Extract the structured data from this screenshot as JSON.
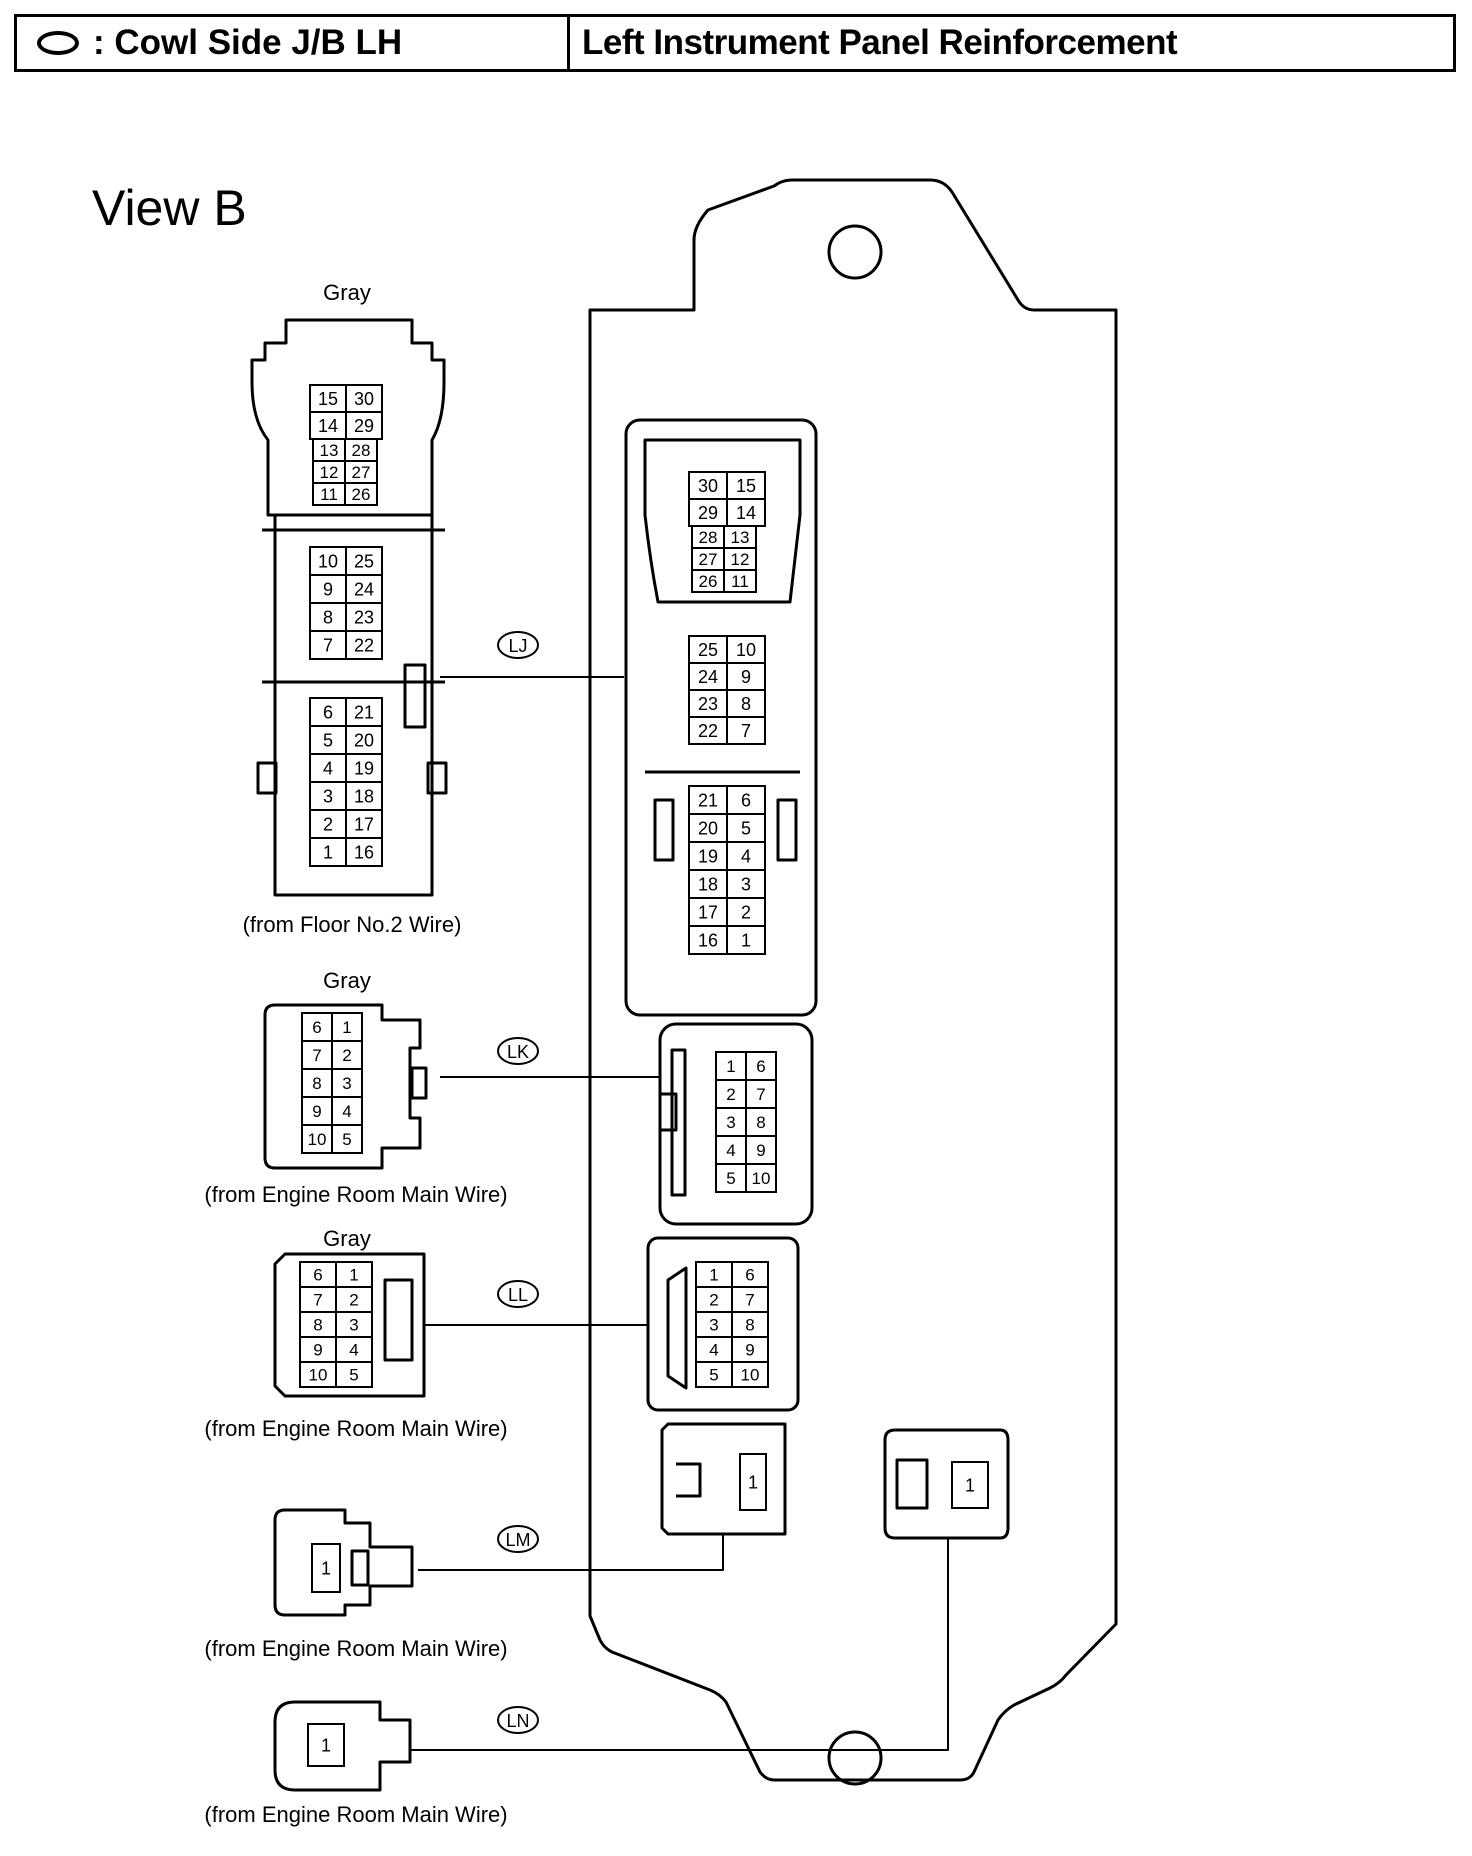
{
  "header": {
    "symbol_label": ": Cowl Side J/B LH",
    "location": "Left Instrument Panel Reinforcement",
    "symbol_icon": "oval-icon"
  },
  "view_title": "View B",
  "connectors": [
    {
      "code": "LJ",
      "color": "Gray",
      "source": "(from Floor No.2 Wire)",
      "plug_pins": [
        [
          "15",
          "30"
        ],
        [
          "14",
          "29"
        ],
        [
          "13",
          "28"
        ],
        [
          "12",
          "27"
        ],
        [
          "11",
          "26"
        ],
        [
          "10",
          "25"
        ],
        [
          "9",
          "24"
        ],
        [
          "8",
          "23"
        ],
        [
          "7",
          "22"
        ],
        [
          "6",
          "21"
        ],
        [
          "5",
          "20"
        ],
        [
          "4",
          "19"
        ],
        [
          "3",
          "18"
        ],
        [
          "2",
          "17"
        ],
        [
          "1",
          "16"
        ]
      ],
      "jb_pins": [
        [
          "30",
          "15"
        ],
        [
          "29",
          "14"
        ],
        [
          "28",
          "13"
        ],
        [
          "27",
          "12"
        ],
        [
          "26",
          "11"
        ],
        [
          "25",
          "10"
        ],
        [
          "24",
          "9"
        ],
        [
          "23",
          "8"
        ],
        [
          "22",
          "7"
        ],
        [
          "21",
          "6"
        ],
        [
          "20",
          "5"
        ],
        [
          "19",
          "4"
        ],
        [
          "18",
          "3"
        ],
        [
          "17",
          "2"
        ],
        [
          "16",
          "1"
        ]
      ]
    },
    {
      "code": "LK",
      "color": "Gray",
      "source": "(from Engine Room Main Wire)",
      "plug_pins": [
        [
          "6",
          "1"
        ],
        [
          "7",
          "2"
        ],
        [
          "8",
          "3"
        ],
        [
          "9",
          "4"
        ],
        [
          "10",
          "5"
        ]
      ],
      "jb_pins": [
        [
          "1",
          "6"
        ],
        [
          "2",
          "7"
        ],
        [
          "3",
          "8"
        ],
        [
          "4",
          "9"
        ],
        [
          "5",
          "10"
        ]
      ]
    },
    {
      "code": "LL",
      "color": "Gray",
      "source": "(from Engine Room Main Wire)",
      "plug_pins": [
        [
          "6",
          "1"
        ],
        [
          "7",
          "2"
        ],
        [
          "8",
          "3"
        ],
        [
          "9",
          "4"
        ],
        [
          "10",
          "5"
        ]
      ],
      "jb_pins": [
        [
          "1",
          "6"
        ],
        [
          "2",
          "7"
        ],
        [
          "3",
          "8"
        ],
        [
          "4",
          "9"
        ],
        [
          "5",
          "10"
        ]
      ]
    },
    {
      "code": "LM",
      "source": "(from Engine Room Main Wire)",
      "plug_pin": "1",
      "jb_pin": "1"
    },
    {
      "code": "LN",
      "source": "(from Engine Room Main Wire)",
      "plug_pin": "1",
      "jb_pin": "1"
    }
  ]
}
